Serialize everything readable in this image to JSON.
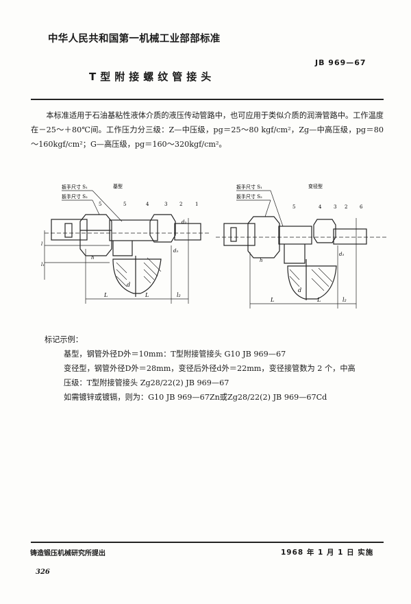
{
  "header": {
    "organization": "中华人民共和国第一机械工业部部标准",
    "standard_code": "JB 969—67",
    "title": "T型附接螺纹管接头"
  },
  "intro": {
    "paragraph": "本标准适用于石油基粘性液体介质的液压传动管路中，也可应用于类似介质的润滑管路中。工作温度在－25～＋80℃间。工作压力分三级：Z—中压级，pg＝25～80 kgf/cm²，Zg—中高压级，pg＝80～160kgf/cm²；G—高压级，pg＝160～320kgf/cm²。"
  },
  "figures": [
    {
      "caption": "基型",
      "wrench_s1": "扳手尺寸 S₁",
      "wrench_s2": "扳手尺寸 S₂",
      "part_numbers": [
        "5",
        "5",
        "4",
        "3",
        "2",
        "1"
      ],
      "dims": {
        "L1": "L",
        "L2": "L",
        "l2": "l₂",
        "d": "d",
        "d2": "d₂",
        "d3": "d₃",
        "h": "h",
        "l": "l",
        "l1": "l₁"
      }
    },
    {
      "caption": "变径型",
      "wrench_s1": "扳手尺寸 S₁",
      "wrench_s2": "扳手尺寸 S₂",
      "part_numbers": [
        "5",
        "4",
        "3",
        "2",
        "6"
      ],
      "dims": {
        "L1": "L",
        "L2": "L",
        "l2": "l₂",
        "d": "d",
        "d3": "d₃",
        "h": "h"
      }
    }
  ],
  "marking": {
    "heading": "标记示例：",
    "examples": [
      "基型，钢管外径D外＝10mm：T型附接管接头  G10  JB 969—67",
      "变径型，钢管外径D外＝28mm，变径后外径d外＝22mm，变径接管数为 2 个，中高",
      "压级：T型附接管接头  Zg28/22(2)  JB 969—67",
      "如需镀锌或镀镉，则为：G10  JB 969—67Zn或Zg28/22(2)  JB 969—67Cd"
    ]
  },
  "footer": {
    "proposer": "铸造锻压机械研究所提出",
    "effective_date": "1968 年 1 月 1 日 实施",
    "page_number": "326"
  }
}
